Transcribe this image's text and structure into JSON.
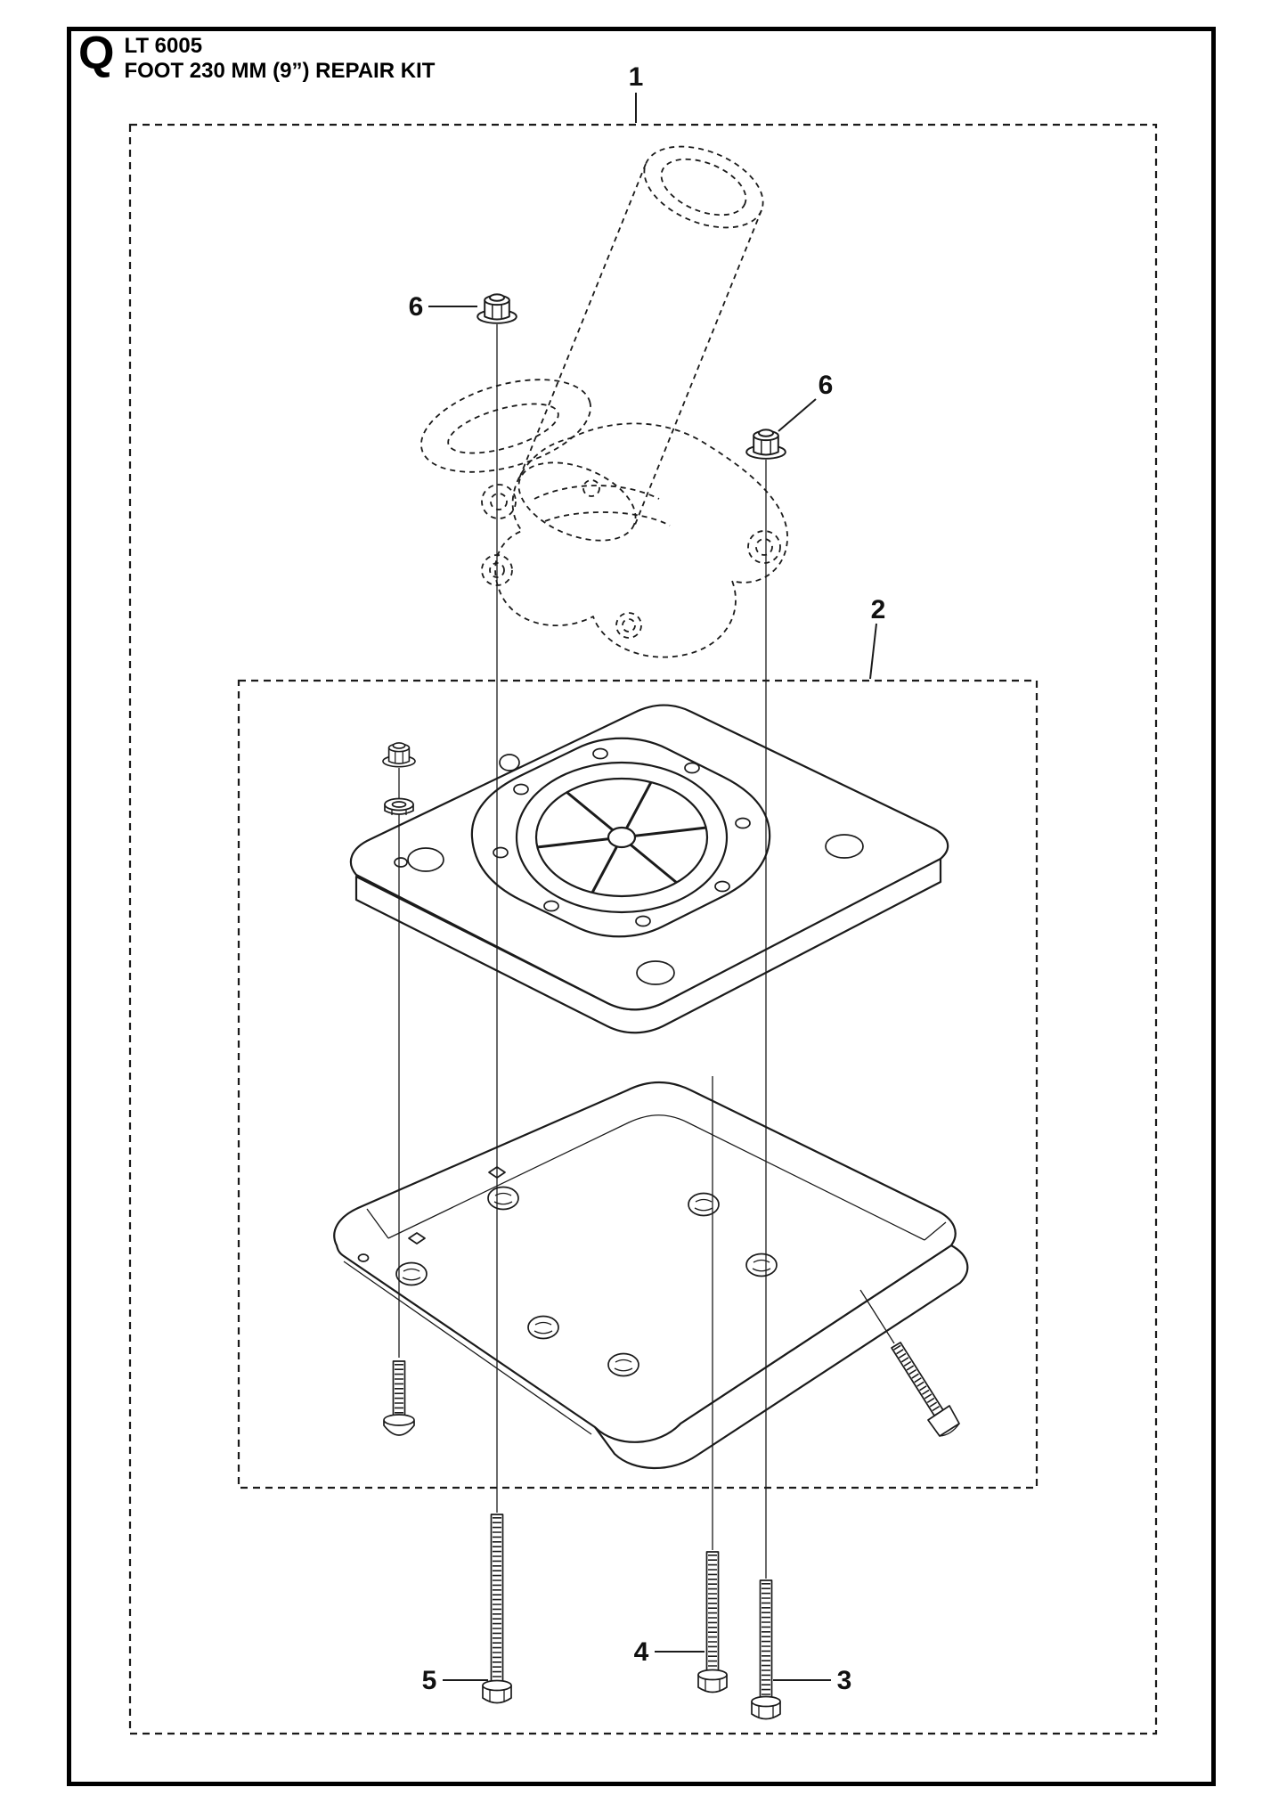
{
  "header": {
    "section_letter": "Q",
    "model": "LT 6005",
    "title": "FOOT 230 MM (9”) REPAIR KIT"
  },
  "callouts": {
    "c1": "1",
    "c2": "2",
    "c3": "3",
    "c4": "4",
    "c5": "5",
    "c6_left": "6",
    "c6_right": "6"
  },
  "colors": {
    "ink": "#1b1b1b",
    "background": "#ffffff"
  }
}
